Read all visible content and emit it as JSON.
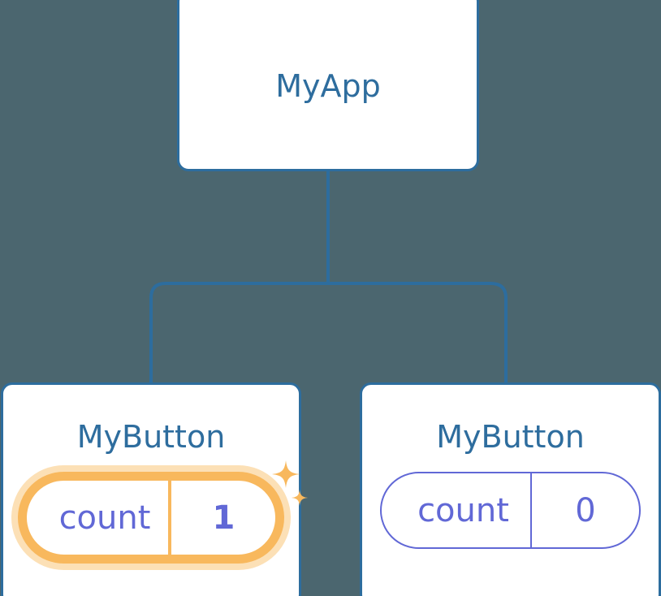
{
  "diagram": {
    "type": "component-tree",
    "background_color": "#4b666f",
    "node_border_color": "#2d6d9e",
    "node_title_color": "#2e6d9e",
    "connector_color": "#2d6d9e",
    "state_color": "#6168d6",
    "highlight_color": "#f8b85d",
    "highlight_glow_color": "#fce0b6"
  },
  "root": {
    "title": "MyApp"
  },
  "children": [
    {
      "title": "MyButton",
      "state": {
        "key": "count",
        "value": "1"
      },
      "highlighted": true,
      "sparkle_icon": "sparkles-icon"
    },
    {
      "title": "MyButton",
      "state": {
        "key": "count",
        "value": "0"
      },
      "highlighted": false
    }
  ]
}
